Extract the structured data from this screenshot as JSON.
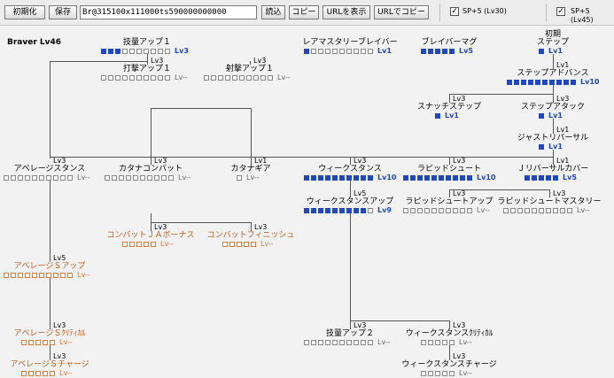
{
  "toolbar": {
    "init_label": "初期化",
    "save_label": "保存",
    "build_code": "Br@315100x111000ts590000000000",
    "load_label": "読込",
    "copy_label": "コピー",
    "show_url_label": "URLを表示",
    "copy_url_label": "URLでコピー",
    "sp_option_1": "SP+5 (Lv30)",
    "sp_option_2": "SP+5 (Lv45)"
  },
  "tree": {
    "title": "Braver Lv46",
    "nodes": [
      {
        "id": "ginou-up-1",
        "name": "技量アップ１",
        "req": "",
        "level": 3,
        "max": 10,
        "label": "Lv3",
        "style": "blue"
      },
      {
        "id": "dageki-up-1",
        "name": "打撃アップ１",
        "req": "Lv3",
        "level": 0,
        "max": 10,
        "label": "Lv--",
        "style": "blue"
      },
      {
        "id": "shageki-up-1",
        "name": "射撃アップ１",
        "req": "Lv3",
        "level": 0,
        "max": 10,
        "label": "Lv--",
        "style": "blue"
      },
      {
        "id": "rare-mastery",
        "name": "レアマスタリーブレイバー",
        "req": "",
        "level": 1,
        "max": 10,
        "label": "Lv1",
        "style": "blue"
      },
      {
        "id": "brave-mag",
        "name": "ブレイバーマグ",
        "req": "",
        "level": 5,
        "max": 5,
        "label": "Lv5",
        "style": "blue"
      },
      {
        "id": "step-init",
        "name": "ステップ",
        "note": "初期",
        "req": "",
        "level": 1,
        "max": 1,
        "label": "Lv1",
        "style": "blue"
      },
      {
        "id": "step-advance",
        "name": "ステップアドバンス",
        "req": "Lv1",
        "level": 10,
        "max": 10,
        "label": "Lv10",
        "style": "blue"
      },
      {
        "id": "snatch-step",
        "name": "スナッチステップ",
        "req": "Lv3",
        "level": 1,
        "max": 1,
        "label": "Lv1",
        "style": "blue"
      },
      {
        "id": "step-attack",
        "name": "ステップアタック",
        "req": "Lv3",
        "level": 1,
        "max": 1,
        "label": "Lv1",
        "style": "blue"
      },
      {
        "id": "just-reversal",
        "name": "ジャストリバーサル",
        "req": "Lv1",
        "level": 1,
        "max": 1,
        "label": "Lv1",
        "style": "blue"
      },
      {
        "id": "average-stance",
        "name": "アベレージスタンス",
        "req": "Lv3",
        "level": 0,
        "max": 10,
        "label": "Lv--",
        "style": "blue"
      },
      {
        "id": "katana-combat",
        "name": "カタナコンバット",
        "req": "Lv3",
        "level": 0,
        "max": 10,
        "label": "Lv--",
        "style": "blue"
      },
      {
        "id": "katana-gear",
        "name": "カタナギア",
        "req": "Lv1",
        "level": 0,
        "max": 1,
        "label": "Lv--",
        "style": "blue"
      },
      {
        "id": "weak-stance",
        "name": "ウィークスタンス",
        "req": "Lv3",
        "level": 10,
        "max": 10,
        "label": "Lv10",
        "style": "blue"
      },
      {
        "id": "rapid-shoot",
        "name": "ラピッドシュート",
        "req": "Lv3",
        "level": 10,
        "max": 10,
        "label": "Lv10",
        "style": "blue"
      },
      {
        "id": "j-reversal-cover",
        "name": "Ｊリバーサルカバー",
        "req": "Lv1",
        "level": 5,
        "max": 5,
        "label": "Lv5",
        "style": "blue"
      },
      {
        "id": "weak-stance-up",
        "name": "ウィークスタンスアップ",
        "req": "Lv5",
        "level": 9,
        "max": 10,
        "label": "Lv9",
        "style": "blue"
      },
      {
        "id": "rapid-shoot-up",
        "name": "ラピッドシュートアップ",
        "req": "Lv3",
        "level": 0,
        "max": 10,
        "label": "Lv--",
        "style": "blue"
      },
      {
        "id": "rapid-shoot-mastery",
        "name": "ラピッドシュートマスタリー",
        "req": "Lv3",
        "level": 0,
        "max": 10,
        "label": "Lv--",
        "style": "blue"
      },
      {
        "id": "combat-j-bonus",
        "name": "コンバットＪＡボーナス",
        "req": "Lv3",
        "level": 0,
        "max": 5,
        "label": "Lv--",
        "style": "orange"
      },
      {
        "id": "combat-finish",
        "name": "コンバットフィニッシュ",
        "req": "Lv3",
        "level": 0,
        "max": 5,
        "label": "Lv--",
        "style": "orange"
      },
      {
        "id": "average-s-up",
        "name": "アベレージＳアップ",
        "req": "Lv5",
        "level": 0,
        "max": 10,
        "label": "Lv--",
        "style": "orange"
      },
      {
        "id": "average-s-critical",
        "name": "アベレージＳｸﾘﾃｨｶﾙ",
        "req": "Lv3",
        "level": 0,
        "max": 5,
        "label": "Lv--",
        "style": "orange"
      },
      {
        "id": "average-s-charge",
        "name": "アベレージＳチャージ",
        "req": "Lv3",
        "level": 0,
        "max": 5,
        "label": "Lv--",
        "style": "orange"
      },
      {
        "id": "ginou-up-2",
        "name": "技量アップ２",
        "req": "Lv3",
        "level": 0,
        "max": 10,
        "label": "Lv--",
        "style": "blue"
      },
      {
        "id": "weak-stance-critical",
        "name": "ウィークスタンスｸﾘﾃｨｶﾙ",
        "req": "Lv3",
        "level": 0,
        "max": 5,
        "label": "Lv--",
        "style": "blue"
      },
      {
        "id": "weak-stance-charge",
        "name": "ウィークスタンスチャージ",
        "req": "Lv3",
        "level": 0,
        "max": 5,
        "label": "Lv--",
        "style": "blue"
      }
    ]
  }
}
